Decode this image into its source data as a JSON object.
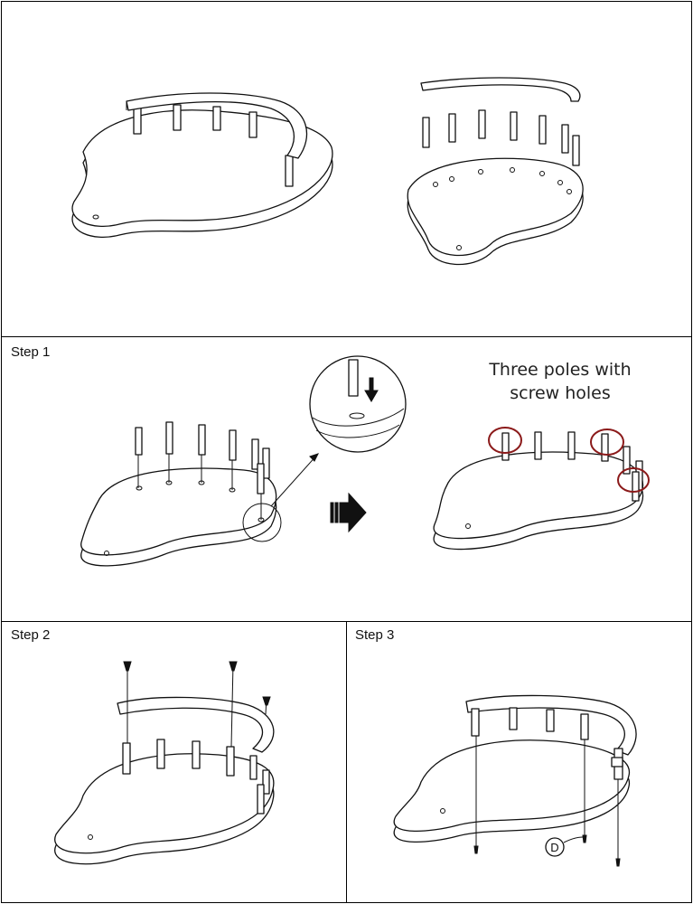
{
  "steps": {
    "step1": "Step 1",
    "step2": "Step 2",
    "step3": "Step 3"
  },
  "callout": {
    "line1": "Three poles with",
    "line2": "screw holes"
  },
  "part_label": "D",
  "colors": {
    "line": "#111111",
    "highlight_circle": "#8b1a1a",
    "background": "#ffffff"
  }
}
